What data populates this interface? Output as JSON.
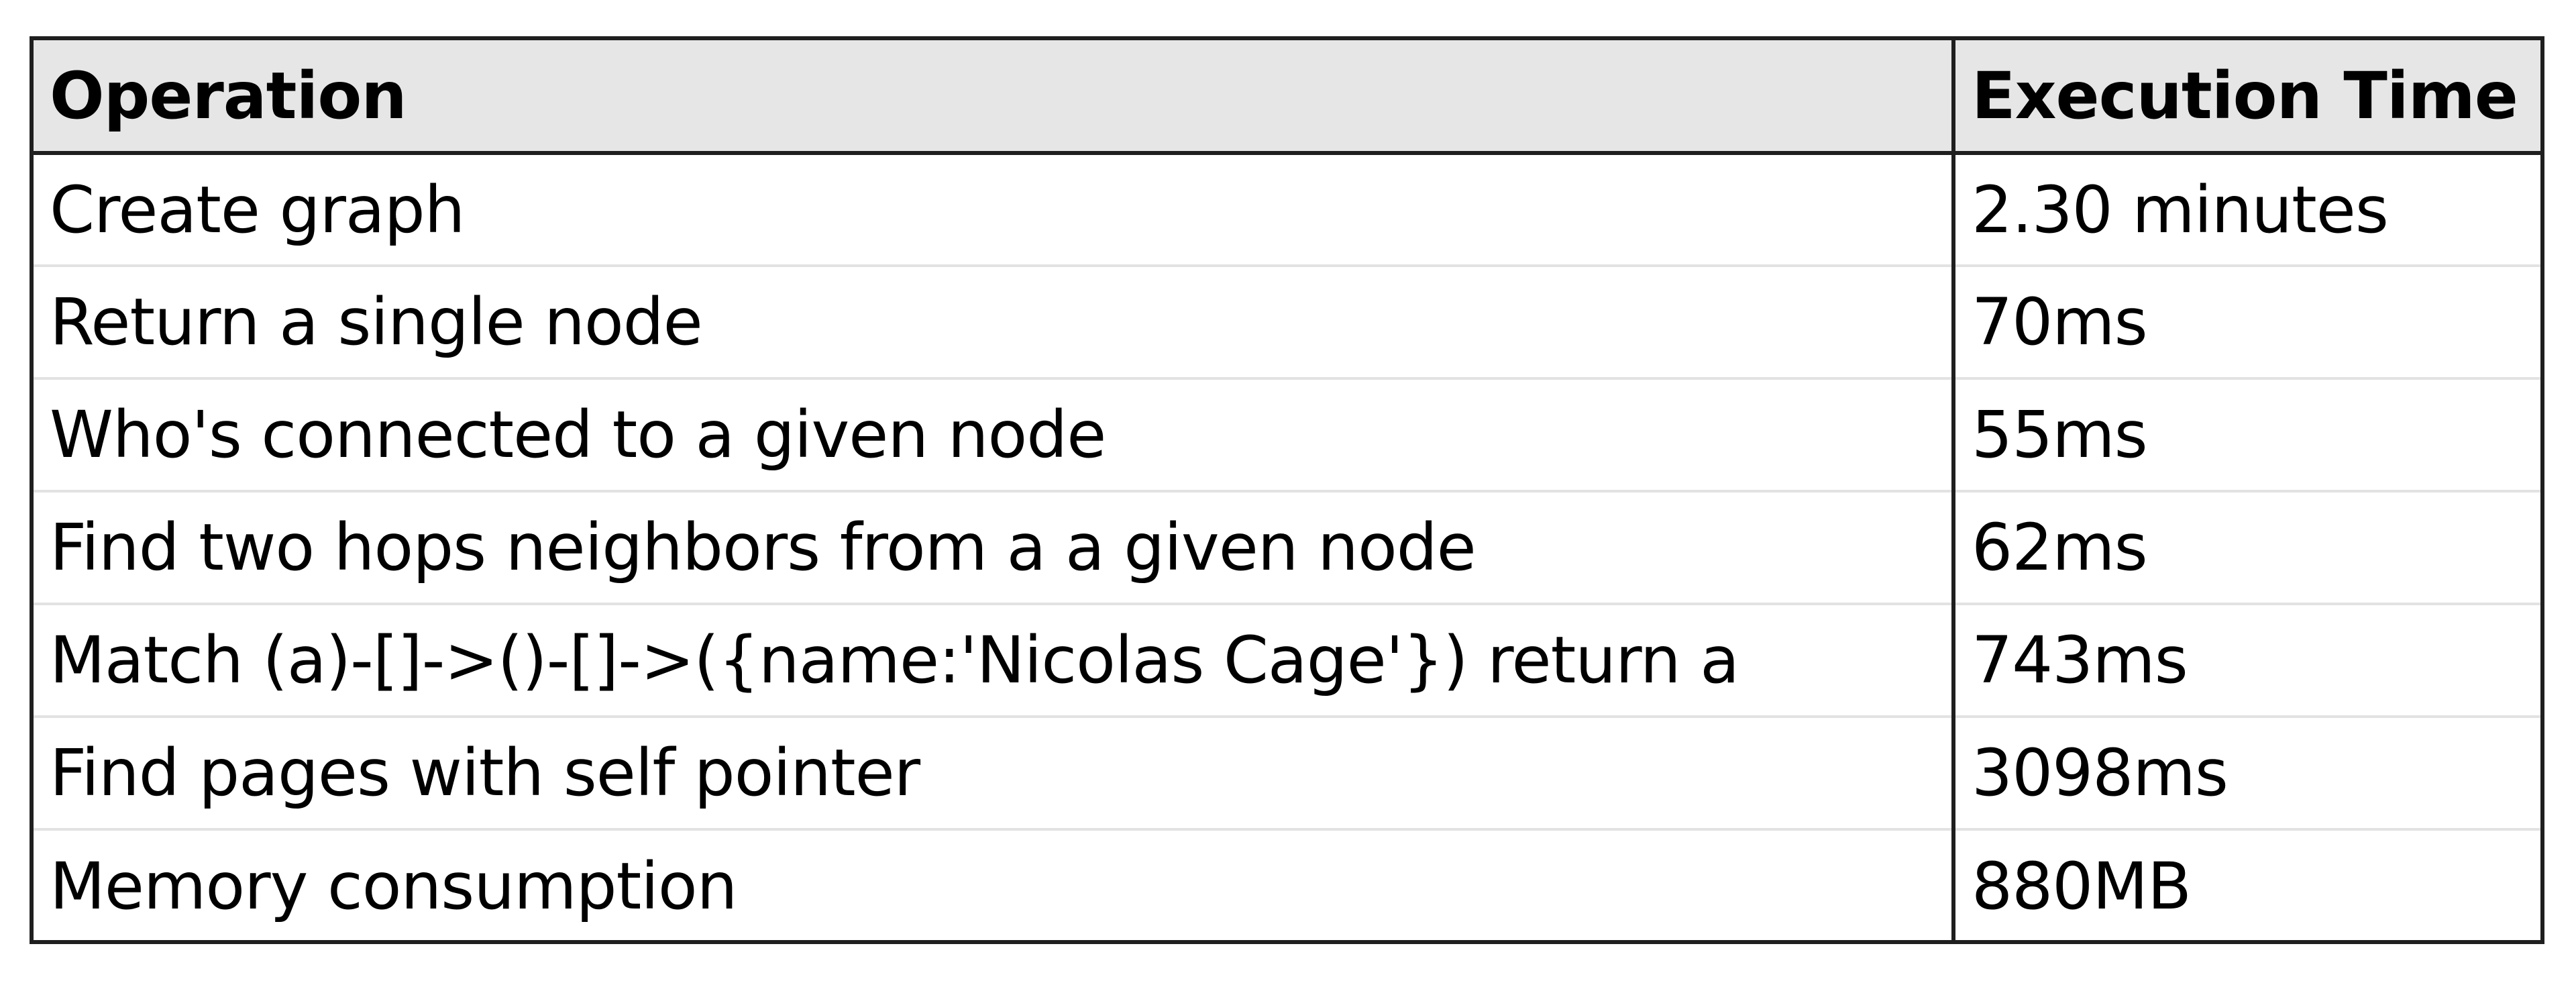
{
  "table": {
    "headers": {
      "operation": "Operation",
      "time": "Execution Time"
    },
    "rows": [
      {
        "operation": "Create graph",
        "time": "2.30 minutes"
      },
      {
        "operation": "Return a single node",
        "time": "70ms"
      },
      {
        "operation": "Who's connected to a given node",
        "time": "55ms"
      },
      {
        "operation": "Find two hops neighbors from a a given node",
        "time": "62ms"
      },
      {
        "operation": "Match (a)-[]->()-[]->({name:'Nicolas Cage'}) return a",
        "time": "743ms"
      },
      {
        "operation": "Find pages with self pointer",
        "time": "3098ms"
      },
      {
        "operation": "Memory consumption",
        "time": "880MB"
      }
    ]
  },
  "colors": {
    "header_bg": "#e6e6e6",
    "border": "#1f1f1f",
    "row_divider": "#e2e2e2"
  }
}
